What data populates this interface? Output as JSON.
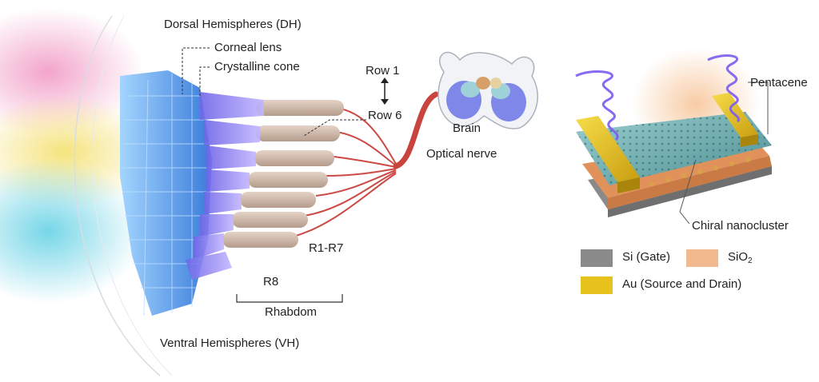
{
  "left_panel": {
    "dorsal": "Dorsal Hemispheres (DH)",
    "corneal_lens": "Corneal lens",
    "crystalline_cone": "Crystalline cone",
    "row1": "Row 1",
    "row6": "Row 6",
    "brain": "Brain",
    "optical_nerve": "Optical nerve",
    "r1r7": "R1-R7",
    "r8": "R8",
    "rhabdom": "Rhabdom",
    "ventral": "Ventral Hemispheres (VH)"
  },
  "right_panel": {
    "pentacene": "Pentacene",
    "chiral": "Chiral nanocluster",
    "legend": [
      {
        "label": "Si (Gate)",
        "color": "#8a8a8a"
      },
      {
        "label": "SiO",
        "sub": "2",
        "color": "#f2b88e"
      },
      {
        "label": "Au (Source and Drain)",
        "color": "#e8c21c"
      }
    ]
  },
  "colors": {
    "facet_blue": "#3a86e0",
    "cone_purple": "#8f7fe0",
    "rhabdom_tan": "#cdb7a8",
    "nerve_red": "#cc4a45",
    "gold": "#e8c21c",
    "copper": "#e0925a",
    "helix": "#7a5cf0"
  }
}
